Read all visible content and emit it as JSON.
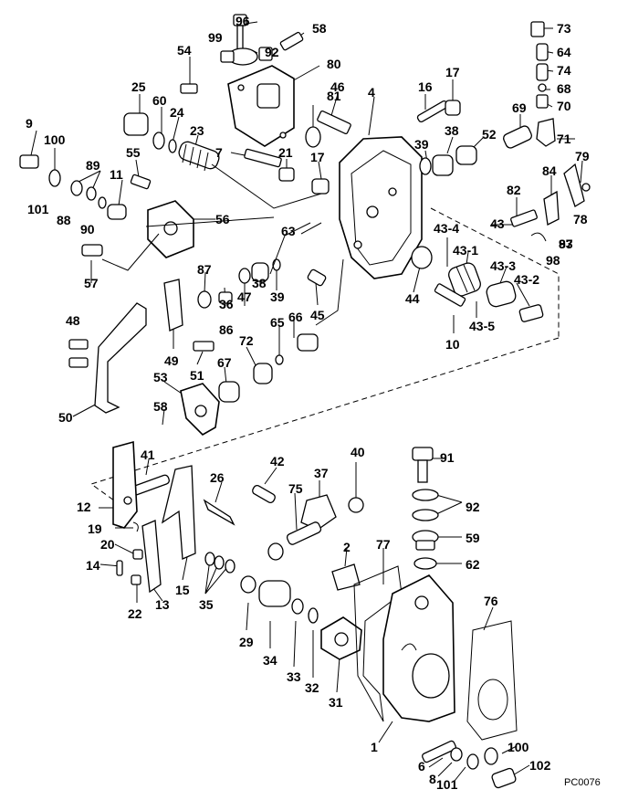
{
  "diagram": {
    "drawing_code": "PC0076",
    "labels": [
      "96",
      "58",
      "73",
      "99",
      "92",
      "64",
      "54",
      "80",
      "74",
      "68",
      "17",
      "25",
      "60",
      "81",
      "46",
      "4",
      "16",
      "70",
      "24",
      "69",
      "9",
      "100",
      "23",
      "39",
      "38",
      "52",
      "71",
      "55",
      "7",
      "21",
      "17",
      "79",
      "89",
      "11",
      "84",
      "101",
      "88",
      "90",
      "56",
      "82",
      "43",
      "78",
      "63",
      "43-4",
      "97",
      "83",
      "98",
      "57",
      "44",
      "43-1",
      "43-3",
      "43-2",
      "87",
      "36",
      "47",
      "38",
      "39",
      "45",
      "48",
      "86",
      "66",
      "65",
      "10",
      "43-5",
      "49",
      "72",
      "51",
      "67",
      "53",
      "50",
      "58",
      "91",
      "40",
      "41",
      "42",
      "37",
      "12",
      "26",
      "75",
      "92",
      "19",
      "59",
      "2",
      "77",
      "20",
      "14",
      "62",
      "15",
      "13",
      "35",
      "76",
      "22",
      "29",
      "34",
      "33",
      "32",
      "31",
      "1",
      "100",
      "102",
      "6",
      "8",
      "101"
    ]
  }
}
